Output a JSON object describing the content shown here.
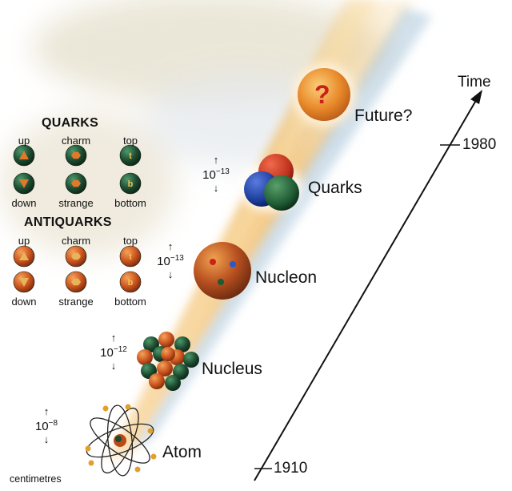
{
  "stages": [
    {
      "id": "atom",
      "label": "Atom",
      "scale_base": "10",
      "scale_exp": "−8"
    },
    {
      "id": "nucleus",
      "label": "Nucleus",
      "scale_base": "10",
      "scale_exp": "−12"
    },
    {
      "id": "nucleon",
      "label": "Nucleon",
      "scale_base": "10",
      "scale_exp": "−13"
    },
    {
      "id": "quarks",
      "label": "Quarks",
      "scale_base": "10",
      "scale_exp": "−13"
    },
    {
      "id": "future",
      "label": "Future?",
      "symbol": "?"
    }
  ],
  "units_label": "centimetres",
  "time_axis": {
    "label": "Time",
    "start": "1910",
    "end": "1980"
  },
  "legend": {
    "quarks_title": "QUARKS",
    "antiquarks_title": "ANTIQUARKS",
    "quarks": {
      "row1": [
        "up",
        "charm",
        "top"
      ],
      "row2": [
        "down",
        "strange",
        "bottom"
      ]
    },
    "antiquarks": {
      "row1": [
        "up",
        "charm",
        "top"
      ],
      "row2": [
        "down",
        "strange",
        "bottom"
      ]
    },
    "glyphs": {
      "top": "t",
      "bottom": "b"
    }
  },
  "colors": {
    "quark_ball": "#1d4a30",
    "antiquark_ball": "#c9521d",
    "symbol_fill": "#e07a2a",
    "antiquark_symbol": "#e8b45a",
    "beam": "#f0b860",
    "beam_shadow": "#6fa2c8",
    "quark_red": "#c0341f",
    "quark_blue": "#1b3d9a",
    "quark_green": "#1f5a34",
    "future_orange": "#e8892a",
    "question_red": "#c8201a"
  }
}
